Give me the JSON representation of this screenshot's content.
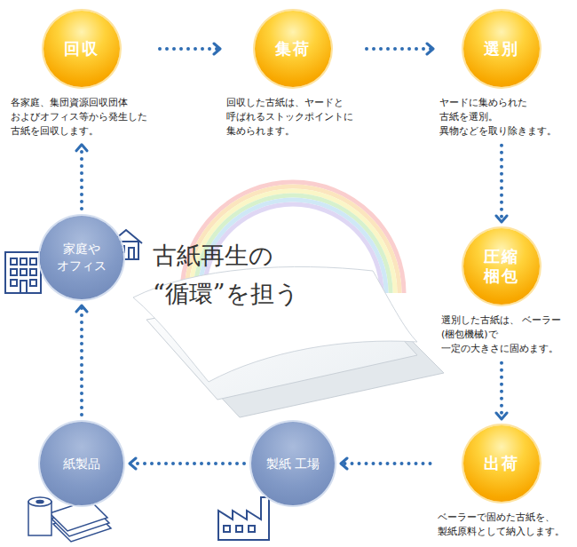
{
  "diagram": {
    "title": "古紙再生の “循環”を担う",
    "nodes": [
      {
        "text": [
          "回収",
          "各家庭、集団資源回収団体 およびオフィス等から発生した 古紙を回収します。"
        ]
      },
      {
        "text": [
          "集荷",
          "回収した古紙は、ヤードと 呼ばれるストックポイントに 集められます。"
        ]
      },
      {
        "text": [
          "選別",
          "ヤードに集められた 古紙を選別。 異物などを取り除きます。"
        ]
      },
      {
        "text": [
          "圧縮 梱包",
          "選別した古紙は、 ベーラー(梱包機械)で 一定の大きさに固めます。"
        ]
      },
      {
        "text": [
          "出荷",
          "ベーラーで固めた古紙を、 製紙原料として納入します。"
        ]
      },
      {
        "text": [
          "製紙 工場"
        ]
      },
      {
        "text": [
          "紙製品"
        ]
      },
      {
        "text": [
          "家庭や オフィス"
        ]
      }
    ],
    "edges": [
      {
        "from": 0,
        "to": 1,
        "arrow": "to"
      },
      {
        "from": 1,
        "to": 2,
        "arrow": "to"
      },
      {
        "from": 2,
        "to": 3,
        "arrow": "to"
      },
      {
        "from": 3,
        "to": 4,
        "arrow": "to"
      },
      {
        "from": 4,
        "to": 5,
        "arrow": "to"
      },
      {
        "from": 5,
        "to": 6,
        "arrow": "to"
      },
      {
        "from": 6,
        "to": 7,
        "arrow": "to"
      },
      {
        "from": 7,
        "to": 0,
        "arrow": "to"
      }
    ]
  }
}
